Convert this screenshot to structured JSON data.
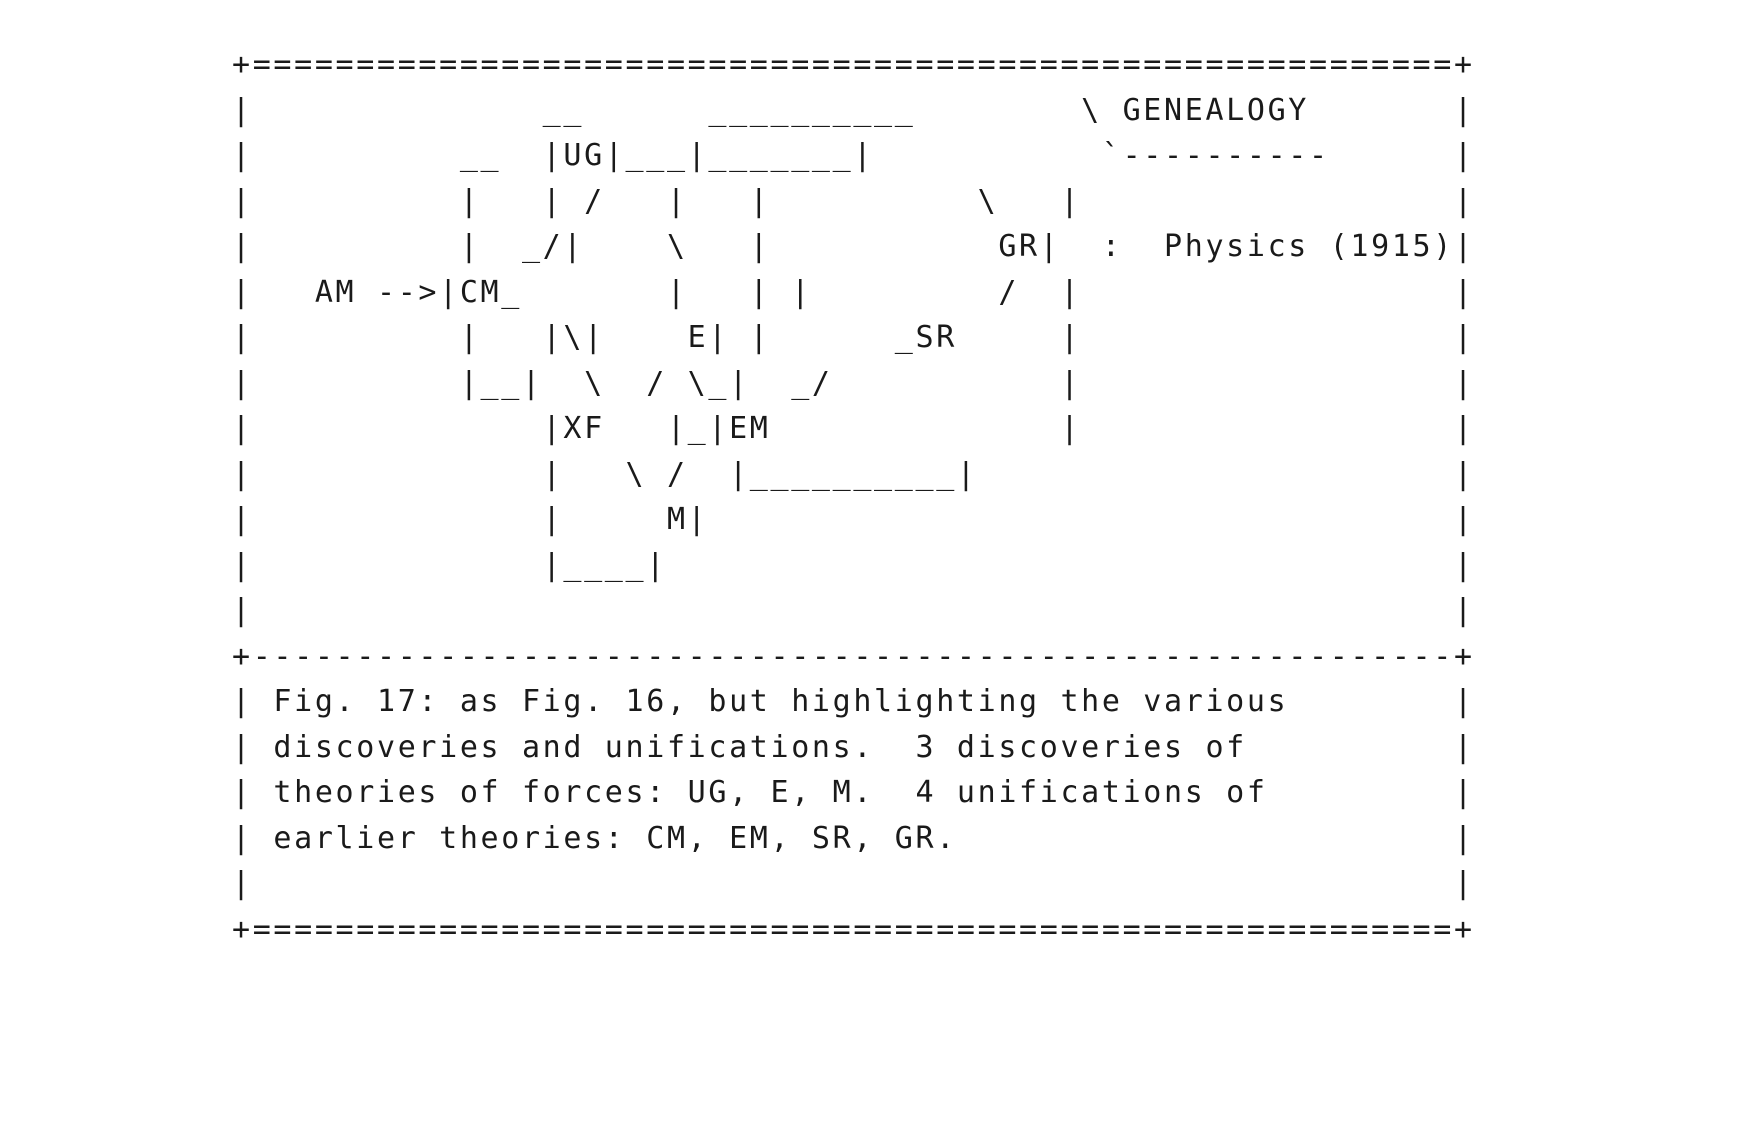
{
  "figure": {
    "kind": "ascii-art-box-figure",
    "label": "GENEALOGY",
    "genealogy_marker": "\\ GENEALOGY",
    "genealogy_underline": "`----------",
    "domain_line": ":  Physics (1915)",
    "domain": "Physics",
    "year": "1915",
    "source_arrow": "AM -->",
    "top_border": "+===========================================================+",
    "mid_border": "+-----------------------------------------------------------+",
    "bottom_border": "+===========================================================+",
    "nodes": [
      {
        "id": "AM",
        "label": "AM",
        "role": "external-input"
      },
      {
        "id": "UG",
        "label": "UG",
        "role": "discovery"
      },
      {
        "id": "CM",
        "label": "CM",
        "role": "unification"
      },
      {
        "id": "E",
        "label": "E",
        "role": "discovery"
      },
      {
        "id": "M",
        "label": "M",
        "role": "discovery"
      },
      {
        "id": "XF",
        "label": "XF",
        "role": "theory"
      },
      {
        "id": "EM",
        "label": "EM",
        "role": "unification"
      },
      {
        "id": "SR",
        "label": "SR",
        "role": "unification"
      },
      {
        "id": "GR",
        "label": "GR",
        "role": "unification"
      }
    ],
    "diagram_lines": [
      "+===========================================================+",
      "|                __     __________            \\ GENEALOGY  |",
      "|        __   |UG|___|________|            `----------|",
      "|        |   | /   |    |           \\   |                  |",
      "|        |  _/|   \\  |         GR| :  Physics (1915) |",
      "|   AM -->|CM_ |    | |        /   |                        |",
      "|        |  |\\|   E| |    _SR     |                        |",
      "|        |__| \\  / \\_|  _/       |                        |",
      "|            |XF  |_|EM        |                        |",
      "|            |  \\ / |__________|                        |",
      "|            |   M|                                      |",
      "|            |____|                                      |",
      "|                                                           |",
      "+-----------------------------------------------------------+"
    ],
    "caption_lines": [
      "Fig. 17: as Fig. 16, but highlighting the various",
      "discoveries and unifications.  3 discoveries of",
      "theories of forces: UG, E, M.  4 unifications of",
      "earlier theories: CM, EM, SR, GR."
    ],
    "caption_full": "Fig. 17: as Fig. 16, but highlighting the various discoveries and unifications.  3 discoveries of theories of forces: UG, E, M.  4 unifications of earlier theories: CM, EM, SR, GR.",
    "caption_figure_number": "Fig. 17",
    "discoveries": [
      "UG",
      "E",
      "M"
    ],
    "discoveries_count": "3",
    "unifications": [
      "CM",
      "EM",
      "SR",
      "GR"
    ],
    "unifications_count": "4",
    "colors": {
      "ink": "#1a1a1a",
      "paper": "#ffffff"
    },
    "art": "+===========================================================+\n|             __     __________           \\ GENEALOGY  |\n|       __   |UG|___|________|         `----------|\n|       |  | /   |   |          \\   |                 |\n|       |  _/|   \\   |        GR| :   Physics (1915) |\n|   AM -->|CM_ |   | |        /   |                 |\n|       |  |\\|   E| |     _SR    |                 |\n|       |__| \\  / \\_|  _/      |                 |\n|          |XF  |_|EM       |                 |\n|          |  \\ / |__________|                 |\n|          |   M|                            |\n|          |____|                            |\n|                                                         |\n+-----------------------------------------------------------+"
  }
}
